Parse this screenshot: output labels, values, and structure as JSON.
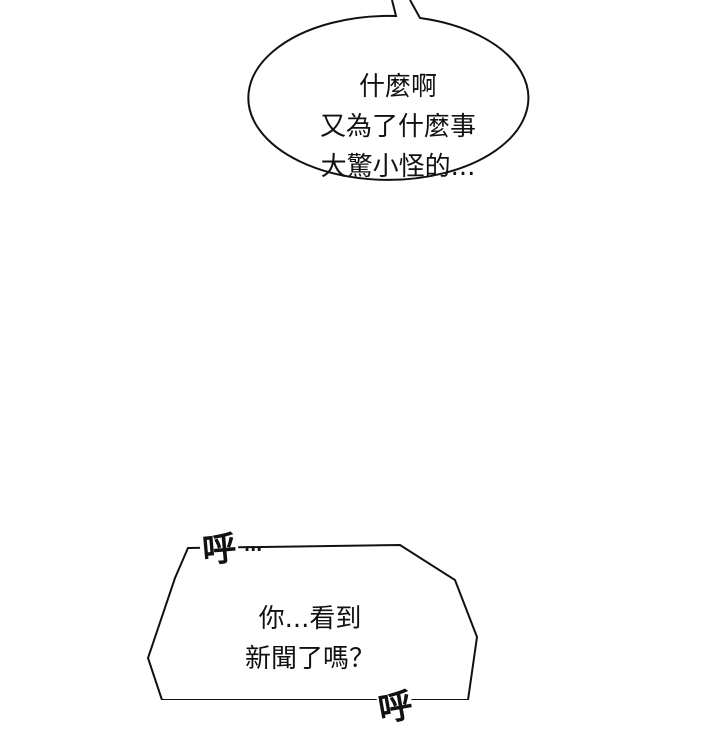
{
  "bubble_top": {
    "lines": [
      "什麼啊",
      "又為了什麼事",
      "大驚小怪的..."
    ]
  },
  "bubble_bottom": {
    "lines": [
      "你...看到",
      "新聞了嗎？"
    ]
  },
  "sfx": {
    "top": "呼",
    "top_dots": "...",
    "bottom_partial": "呼"
  }
}
